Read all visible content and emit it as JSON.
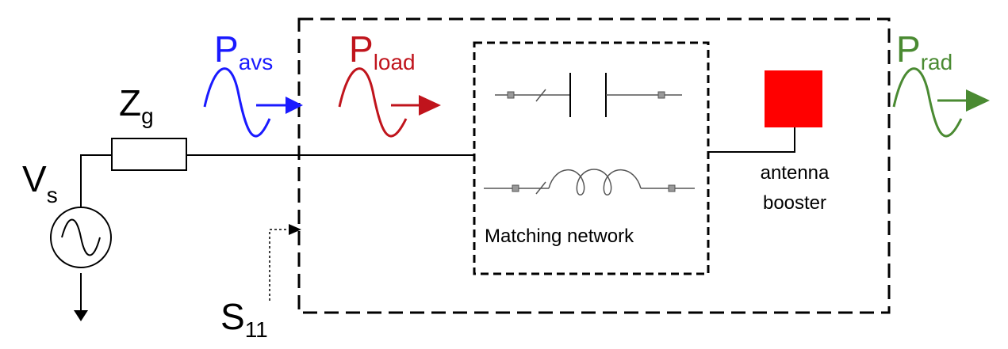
{
  "labels": {
    "source_voltage": {
      "main": "V",
      "sub": "s"
    },
    "generator_impedance": {
      "main": "Z",
      "sub": "g"
    },
    "available_power": {
      "main": "P",
      "sub": "avs"
    },
    "load_power": {
      "main": "P",
      "sub": "load"
    },
    "radiated_power": {
      "main": "P",
      "sub": "rad"
    },
    "reflection": {
      "main": "S",
      "sub": "11"
    },
    "matching_network": "Matching network",
    "antenna_line1": "antenna",
    "antenna_line2": "booster"
  },
  "colors": {
    "avs": "#1a1aff",
    "load": "#c0141c",
    "rad": "#4a8a32",
    "booster": "#ff0000"
  }
}
